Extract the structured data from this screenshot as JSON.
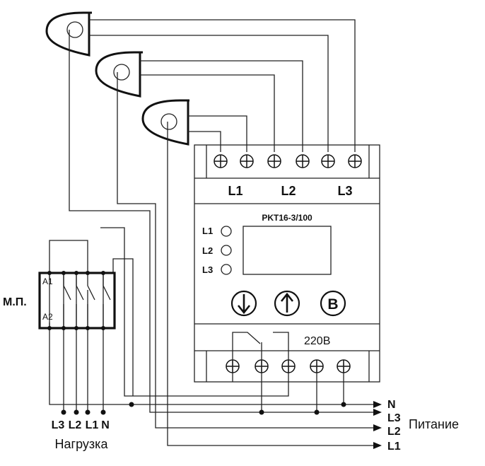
{
  "device": {
    "model": "PKT16-3/100",
    "top_labels": [
      "L1",
      "L2",
      "L3"
    ],
    "led_labels": [
      "L1",
      "L2",
      "L3"
    ],
    "voltage": "220В",
    "button_b": "B"
  },
  "contactor": {
    "name": "М.П.",
    "a1": "A1",
    "a2": "A2"
  },
  "load": {
    "caption": "Нагрузка",
    "terminals": [
      "L3",
      "L2",
      "L1",
      "N"
    ]
  },
  "supply": {
    "caption": "Питание",
    "lines": [
      "N",
      "L3",
      "L2",
      "L1"
    ]
  }
}
